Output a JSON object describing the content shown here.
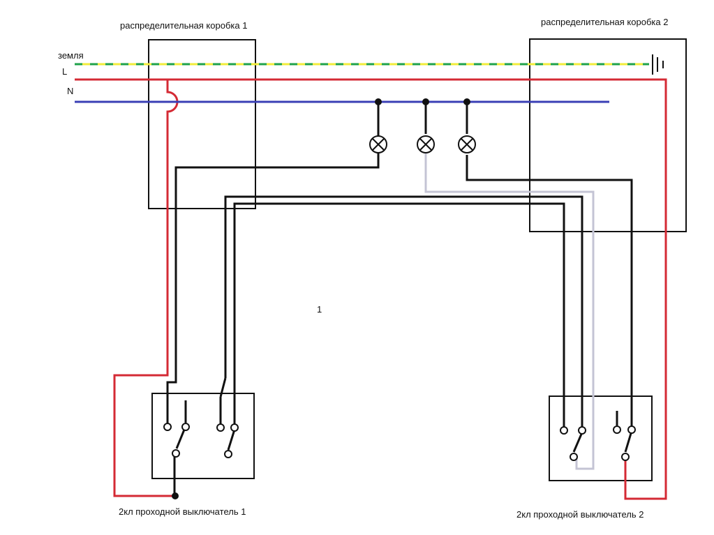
{
  "labels": {
    "box1": "распределительная коробка  1",
    "box2": "распределительная коробка  2",
    "earth": "земля",
    "line": "L",
    "neutral": "N",
    "center_mark": "1",
    "switch1": "2кл проходной выключатель  1",
    "switch2": "2кл проходной выключатель  2"
  },
  "colors": {
    "phase": "#d42a34",
    "neutral": "#3a3fb5",
    "earth_yellow": "#f2ec3a",
    "earth_green": "#1fa24a",
    "wire": "#111111",
    "gray_wire": "#c4c4d4"
  }
}
